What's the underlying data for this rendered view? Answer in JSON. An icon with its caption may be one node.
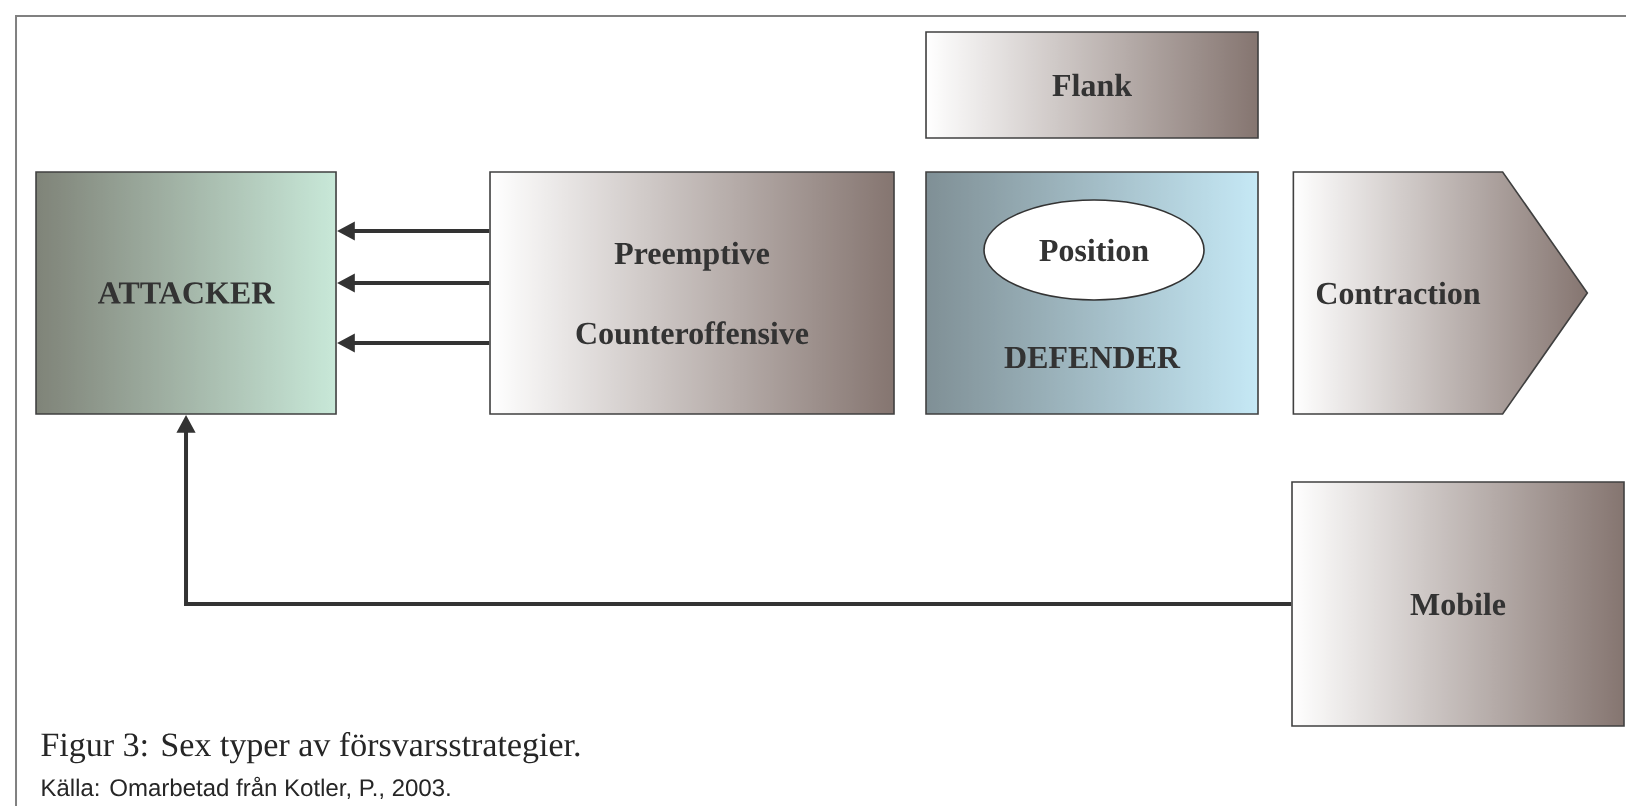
{
  "diagram": {
    "caption": "Figur 3:  Sex typer av försvarsstrategier.",
    "nodes": [
      {
        "text": [
          "ATTACKER"
        ]
      },
      {
        "text": [
          "Preemptive",
          "Counteroffensive"
        ]
      },
      {
        "text": [
          "Flank"
        ]
      },
      {
        "text": [
          "DEFENDER"
        ]
      },
      {
        "text": [
          "Position"
        ],
        "in": 3
      },
      {
        "text": [
          "Contraction"
        ]
      },
      {
        "text": [
          "Mobile"
        ]
      }
    ],
    "edges": [
      {
        "from": 1,
        "to": 0,
        "arrow": "to"
      },
      {
        "from": 1,
        "to": 0,
        "arrow": "to"
      },
      {
        "from": 1,
        "to": 0,
        "arrow": "to"
      },
      {
        "from": 6,
        "to": 0,
        "arrow": "to"
      }
    ],
    "labels": [
      "Källa: Omarbetad från Kotler, P., 2003."
    ]
  }
}
